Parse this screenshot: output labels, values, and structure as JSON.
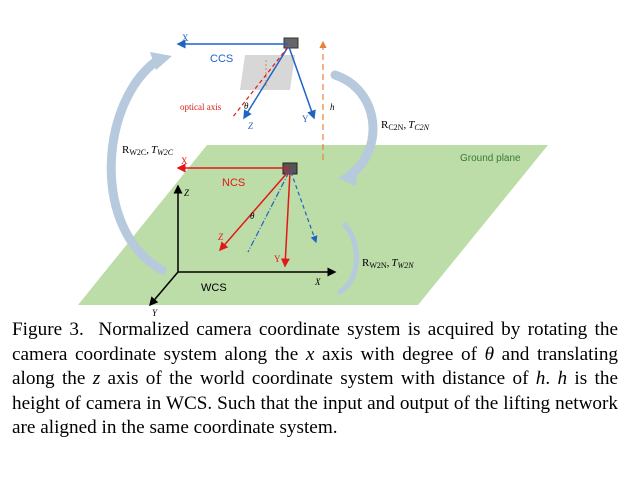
{
  "figure": {
    "labels": {
      "ccs": "CCS",
      "ncs": "NCS",
      "wcs": "WCS",
      "ground_plane": "Ground plane",
      "optical_axis": "optical axis",
      "rw2c": "R",
      "rw2c_sub": "W2C",
      "tw2c": "T",
      "tw2c_sub": "W2C",
      "rc2n": "R",
      "rc2n_sub": "C2N",
      "tc2n": "T",
      "tc2n_sub": "C2N",
      "rw2n": "R",
      "rw2n_sub": "W2N",
      "tw2n": "T",
      "tw2n_sub": "W2N",
      "h": "h",
      "theta": "θ",
      "axis_x": "X",
      "axis_y": "Y",
      "axis_z": "Z",
      "sep": ","
    },
    "colors": {
      "ground": "#bcdca8",
      "ccs_axes": "#1f63c4",
      "ncs_axes": "#e01818",
      "wcs_axes": "#000000",
      "arrows": "#b7c9dc",
      "h_line": "#e8823a"
    }
  },
  "caption": {
    "label": "Figure 3.",
    "t1": "Normalized camera coordinate system is acquired by rotating the camera coordinate system along the ",
    "x": "x",
    "t2": " axis with degree of ",
    "theta": "θ",
    "t3": " and translating along the ",
    "z": "z",
    "t4": " axis of the world coordinate system with distance of ",
    "h1": "h",
    "t5": ". ",
    "h2": "h",
    "t6": " is the height of camera in WCS. Such that the input and output of the lifting network are aligned in the same coordinate system."
  }
}
